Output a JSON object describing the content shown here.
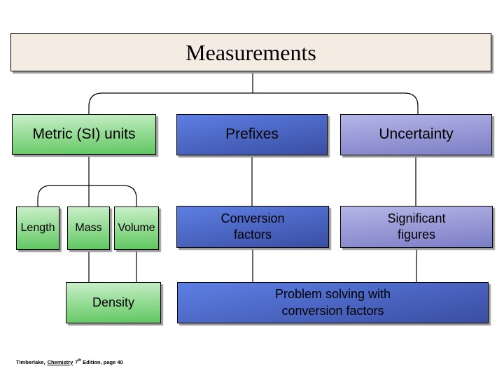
{
  "title": {
    "label": "Measurements"
  },
  "nodes": {
    "metric": {
      "label": "Metric (SI) units"
    },
    "prefixes": {
      "label": "Prefixes"
    },
    "uncertainty": {
      "label": "Uncertainty"
    },
    "length": {
      "label": "Length"
    },
    "mass": {
      "label": "Mass"
    },
    "volume": {
      "label": "Volume"
    },
    "conversion_factors": {
      "label": "Conversion\nfactors"
    },
    "significant_figures": {
      "label": "Significant\nfigures"
    },
    "density": {
      "label": "Density"
    },
    "problem_solving": {
      "label": "Problem solving with\nconversion factors"
    }
  },
  "citation": {
    "author": "Timberlake,",
    "book_title": "Chemistry",
    "edition_number": "7",
    "edition_ordinal": "th",
    "rest": "Edition, page 40"
  },
  "colors": {
    "background": "#ffffff",
    "title_fill": "#f4ece3",
    "green_top": "#c9efc9",
    "green_bottom": "#60c760",
    "blue_top": "#5d7fe3",
    "blue_bottom": "#3a4ea3",
    "purple_top": "#b4b5e6",
    "purple_bottom": "#7c7ec6",
    "border": "#000000",
    "shadow": "#9a9a9a",
    "connector": "#000000",
    "text": "#000000"
  }
}
